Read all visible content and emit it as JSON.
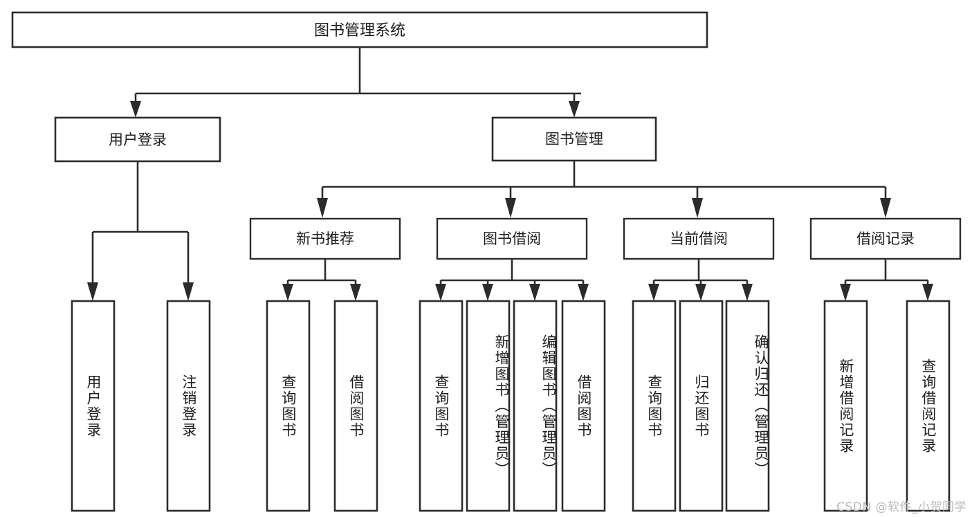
{
  "diagram": {
    "title": "图书管理系统",
    "watermark": "CSDN @软件_小贺同学",
    "type": "tree-hierarchy-chart",
    "colors": {
      "stroke": "#2b2b2b",
      "fill": "#ffffff",
      "text": "#1d1d1d",
      "watermark": "#b9b9b9"
    },
    "levels": {
      "level1": [
        {
          "id": "root",
          "label": "图书管理系统"
        }
      ],
      "level2": [
        {
          "id": "user-login",
          "label": "用户登录",
          "parent": "root"
        },
        {
          "id": "book-manage",
          "label": "图书管理",
          "parent": "root"
        }
      ],
      "level3": [
        {
          "id": "new-book-rec",
          "label": "新书推荐",
          "parent": "book-manage"
        },
        {
          "id": "book-borrow",
          "label": "图书借阅",
          "parent": "book-manage"
        },
        {
          "id": "current-borrow",
          "label": "当前借阅",
          "parent": "book-manage"
        },
        {
          "id": "borrow-record",
          "label": "借阅记录",
          "parent": "book-manage"
        }
      ],
      "leaves": [
        {
          "id": "leaf-user-login",
          "label": "用户登录",
          "parent": "user-login"
        },
        {
          "id": "leaf-user-logout",
          "label": "注销登录",
          "parent": "user-login"
        },
        {
          "id": "leaf-query-book-1",
          "label": "查询图书",
          "parent": "new-book-rec"
        },
        {
          "id": "leaf-borrow-book-1",
          "label": "借阅图书",
          "parent": "new-book-rec"
        },
        {
          "id": "leaf-query-book-2",
          "label": "查询图书",
          "parent": "book-borrow"
        },
        {
          "id": "leaf-add-book",
          "label": "新增图书（管理员）",
          "parent": "book-borrow"
        },
        {
          "id": "leaf-edit-book",
          "label": "编辑图书（管理员）",
          "parent": "book-borrow"
        },
        {
          "id": "leaf-borrow-book-2",
          "label": "借阅图书",
          "parent": "book-borrow"
        },
        {
          "id": "leaf-query-book-3",
          "label": "查询图书",
          "parent": "current-borrow"
        },
        {
          "id": "leaf-return-book",
          "label": "归还图书",
          "parent": "current-borrow"
        },
        {
          "id": "leaf-confirm-return",
          "label": "确认归还（管理员）",
          "parent": "current-borrow"
        },
        {
          "id": "leaf-add-record",
          "label": "新增借阅记录",
          "parent": "borrow-record"
        },
        {
          "id": "leaf-query-record",
          "label": "查询借阅记录",
          "parent": "borrow-record"
        }
      ]
    }
  }
}
